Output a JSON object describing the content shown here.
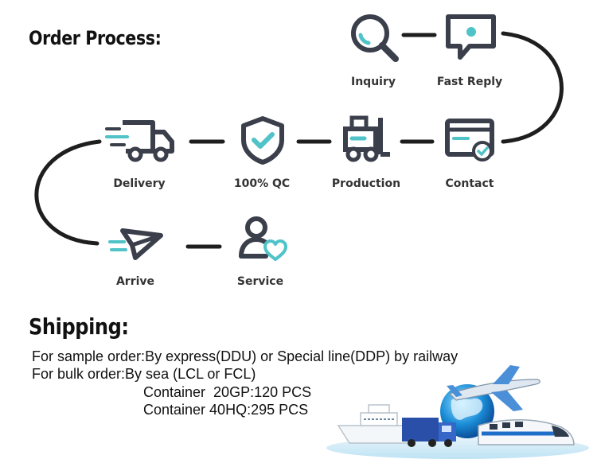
{
  "order_process": {
    "title": "Order Process:",
    "steps": {
      "inquiry": "Inquiry",
      "fast_reply": "Fast Reply",
      "contact": "Contact",
      "production": "Production",
      "qc": "100% QC",
      "delivery": "Delivery",
      "arrive": "Arrive",
      "service": "Service"
    }
  },
  "shipping": {
    "title": "Shipping:",
    "sample_key": "For sample order:",
    "sample_value": "By express(DDU) or Special line(DDP) by railway",
    "bulk_key": "For bulk order:",
    "bulk_value": "By sea (LCL or FCL)",
    "container_20gp": "Container  20GP:120 PCS",
    "container_40hq": "Container 40HQ:295 PCS"
  },
  "colors": {
    "dark": "#3a3f4b",
    "accent": "#4fc3c8",
    "line": "#1e1e1e"
  },
  "icons": [
    "magnifier-icon",
    "chat-bubble-icon",
    "browser-window-icon",
    "forklift-icon",
    "shield-check-icon",
    "truck-icon",
    "paper-plane-icon",
    "user-heart-icon"
  ]
}
